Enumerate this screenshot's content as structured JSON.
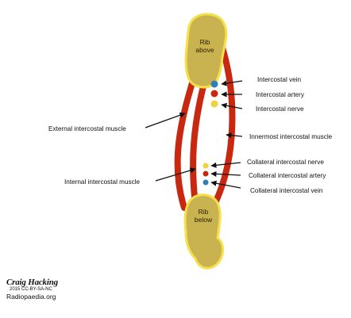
{
  "colors": {
    "muscle": "#c8280f",
    "bone_fill": "#c9b250",
    "bone_outline": "#f5e04a",
    "vein": "#2f7fb9",
    "artery": "#c8280f",
    "nerve": "#f0d33a"
  },
  "ribs": {
    "above": {
      "line1": "Rib",
      "line2": "above"
    },
    "below": {
      "line1": "Rib",
      "line2": "below"
    }
  },
  "labels": {
    "intercostal_vein": "Intercostal vein",
    "intercostal_artery": "Intercostal artery",
    "intercostal_nerve": "Intercostal nerve",
    "external_muscle": "External intercostal muscle",
    "innermost_muscle": "Innermost intercostal muscle",
    "internal_muscle": "Internal intercostal muscle",
    "collateral_nerve": "Collateral intercostal nerve",
    "collateral_artery": "Collateral intercostal artery",
    "collateral_vein": "Collateral intercostal vein"
  },
  "credit": {
    "author": "Craig Hacking",
    "license": "2015 CC-BY-SA-NC",
    "site": "Radiopaedia.org"
  }
}
